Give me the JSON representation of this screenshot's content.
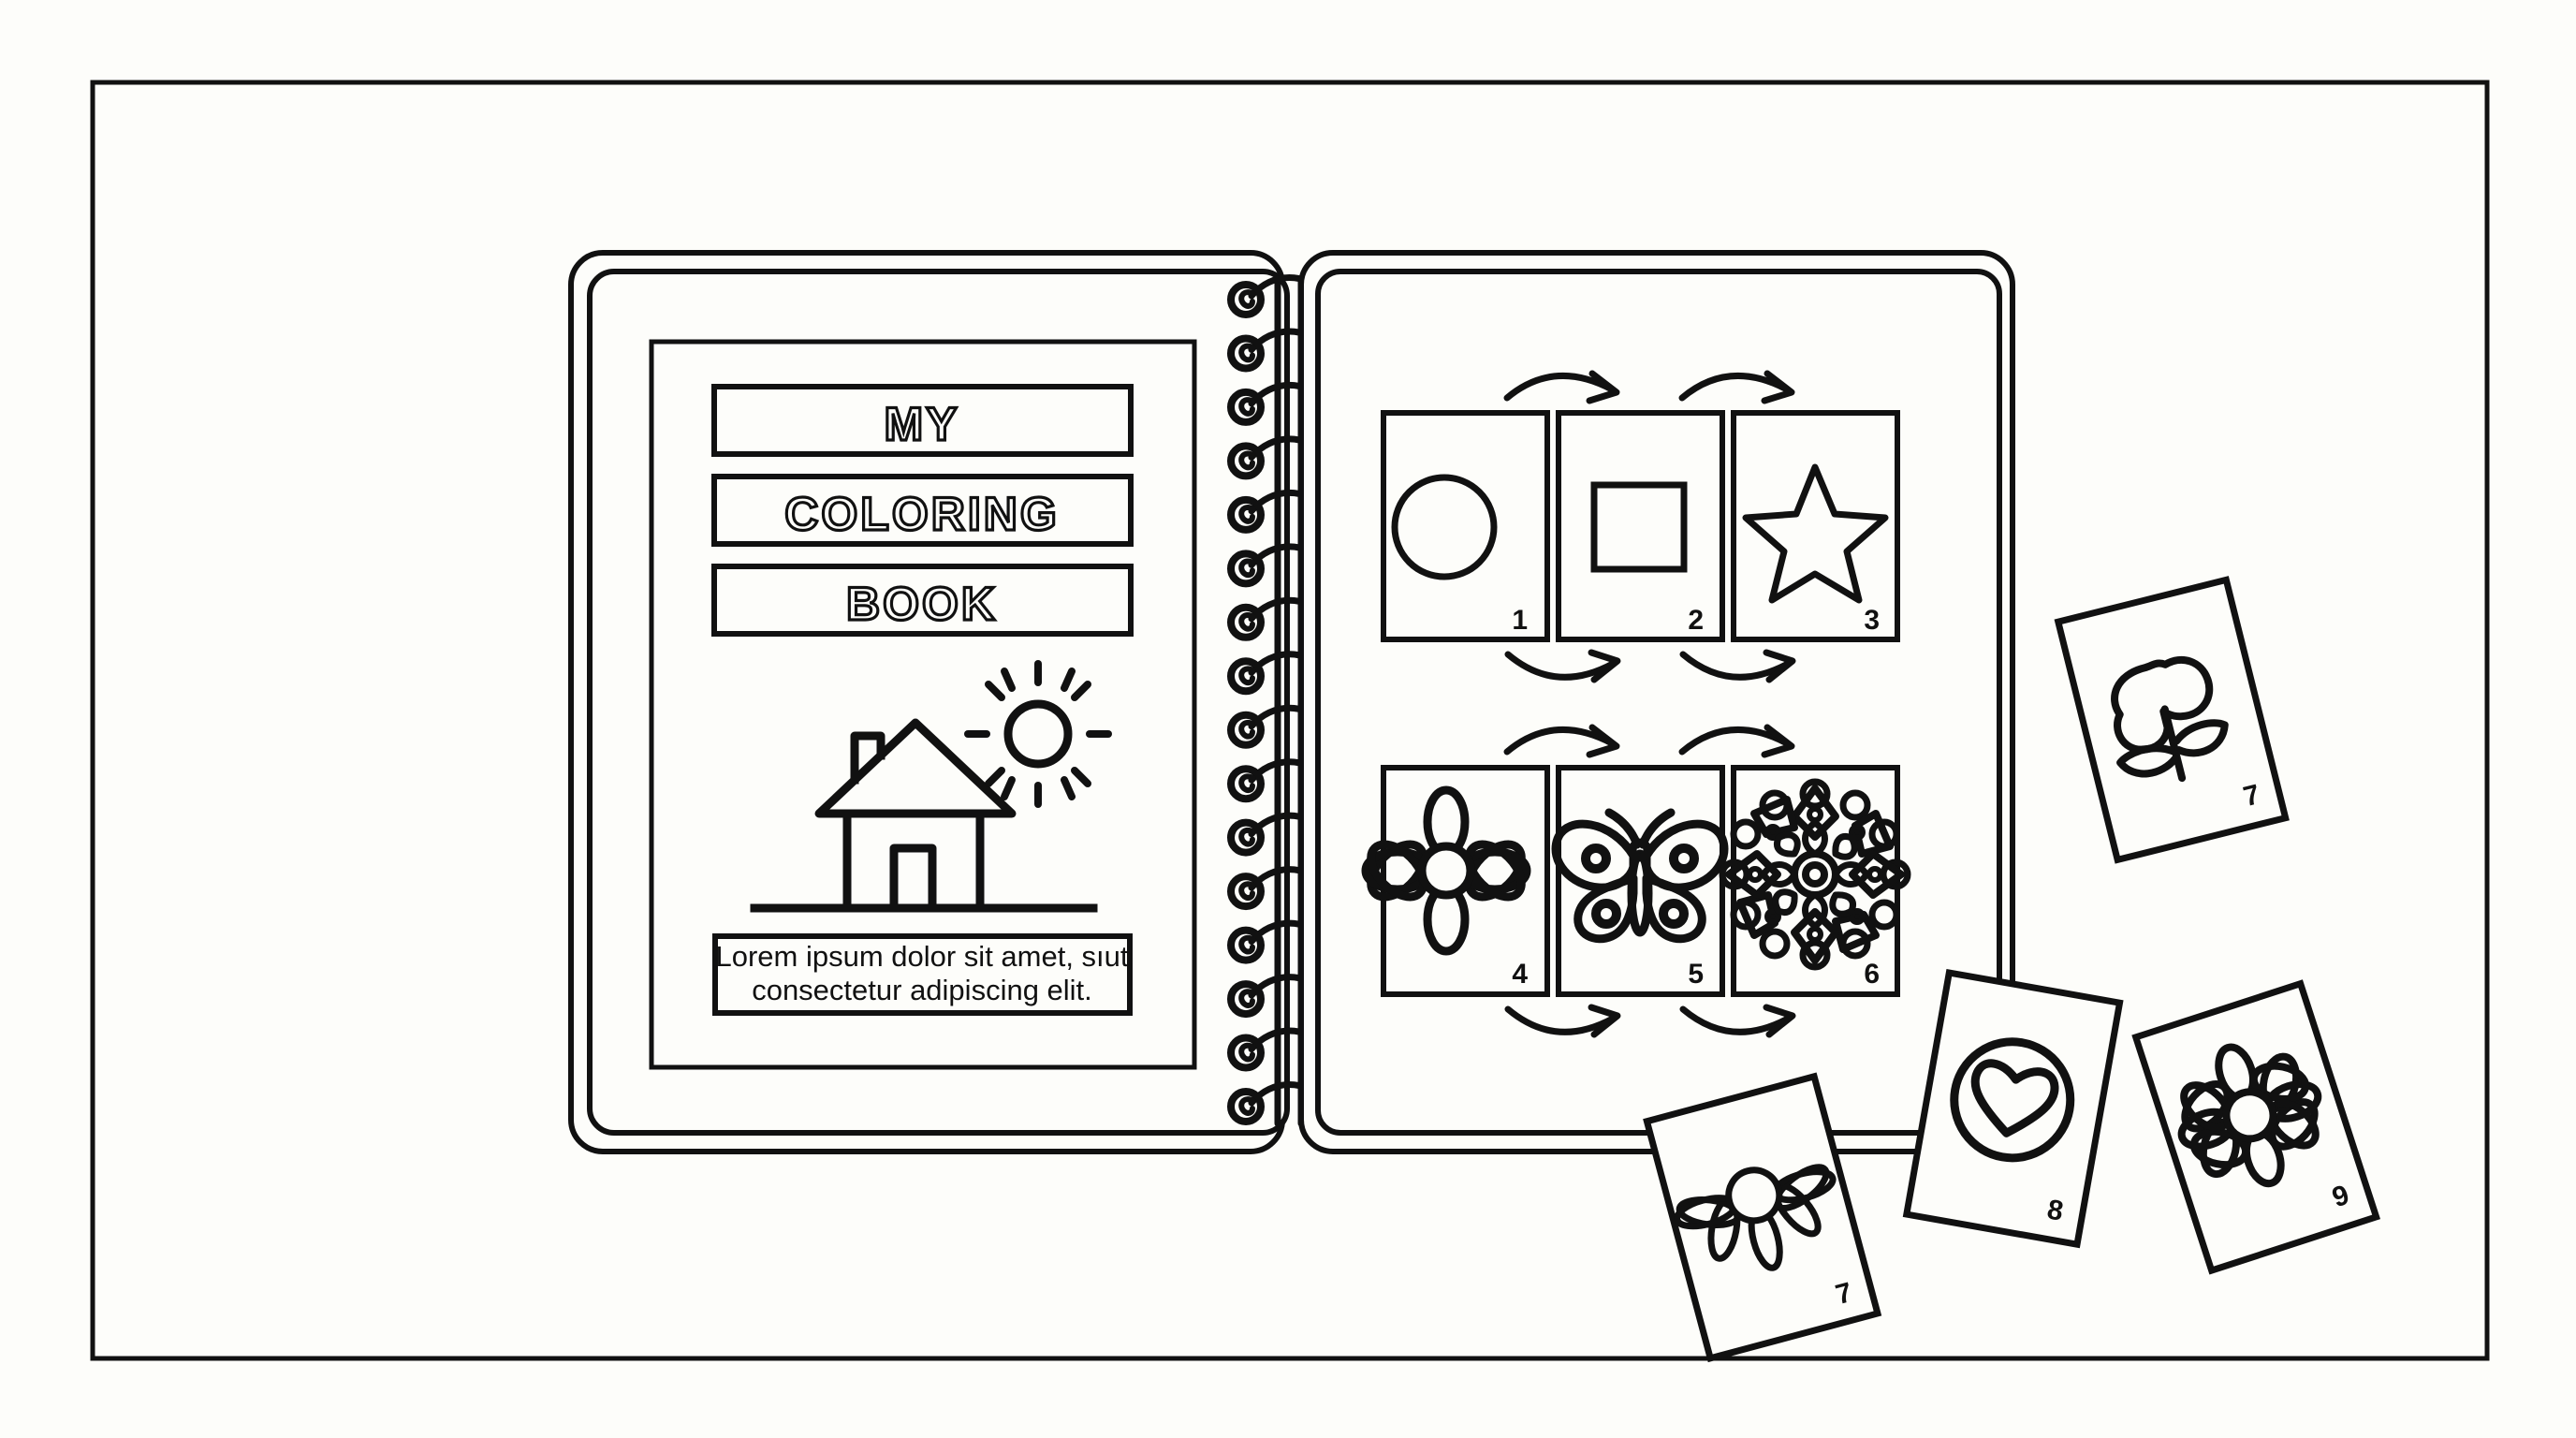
{
  "scene": {
    "title": "My Coloring Book",
    "description": "Line-art illustration of an open spiral-bound coloring book with a title page and a grid of numbered picture cards, plus loose cards scattered beside it.",
    "background_color": "#fdfdfa",
    "ink_color": "#111111",
    "frame_border_color": "#111111"
  },
  "left_page": {
    "title_lines": [
      "MY",
      "COLORING",
      "BOOK"
    ],
    "illustration": {
      "house_icon": "house-icon",
      "sun_icon": "sun-icon",
      "sun_ray_count": 12
    },
    "caption": {
      "line1": "Lorem ipsum dolor sit amet, sıut",
      "line2": "consectetur adipiscing elit."
    }
  },
  "binding": {
    "coil_count": 16,
    "icon": "spiral-binding-icon"
  },
  "right_page": {
    "grid_rows": [
      {
        "cards": [
          {
            "number": "1",
            "icon": "circle-icon",
            "label": "circle"
          },
          {
            "number": "2",
            "icon": "square-icon",
            "label": "square"
          },
          {
            "number": "3",
            "icon": "star-icon",
            "label": "star"
          }
        ]
      },
      {
        "cards": [
          {
            "number": "4",
            "icon": "daisy-flower-icon",
            "label": "flower"
          },
          {
            "number": "5",
            "icon": "butterfly-icon",
            "label": "butterfly"
          },
          {
            "number": "6",
            "icon": "mandala-icon",
            "label": "mandala"
          }
        ]
      }
    ],
    "arrow_icon": "curved-arrow-icon",
    "arrow_count": 8
  },
  "loose_cards": [
    {
      "number": "7",
      "icon": "tree-flower-icon",
      "label": "tree",
      "position": "right-upper",
      "rotation_deg": -14
    },
    {
      "number": "7",
      "icon": "sunflower-icon",
      "label": "sunflower",
      "position": "bottom-left",
      "rotation_deg": -15
    },
    {
      "number": "8",
      "icon": "heart-in-circle-icon",
      "label": "heart",
      "position": "bottom-middle",
      "rotation_deg": 10
    },
    {
      "number": "9",
      "icon": "rosette-flower-icon",
      "label": "rosette",
      "position": "bottom-right",
      "rotation_deg": -18
    }
  ]
}
